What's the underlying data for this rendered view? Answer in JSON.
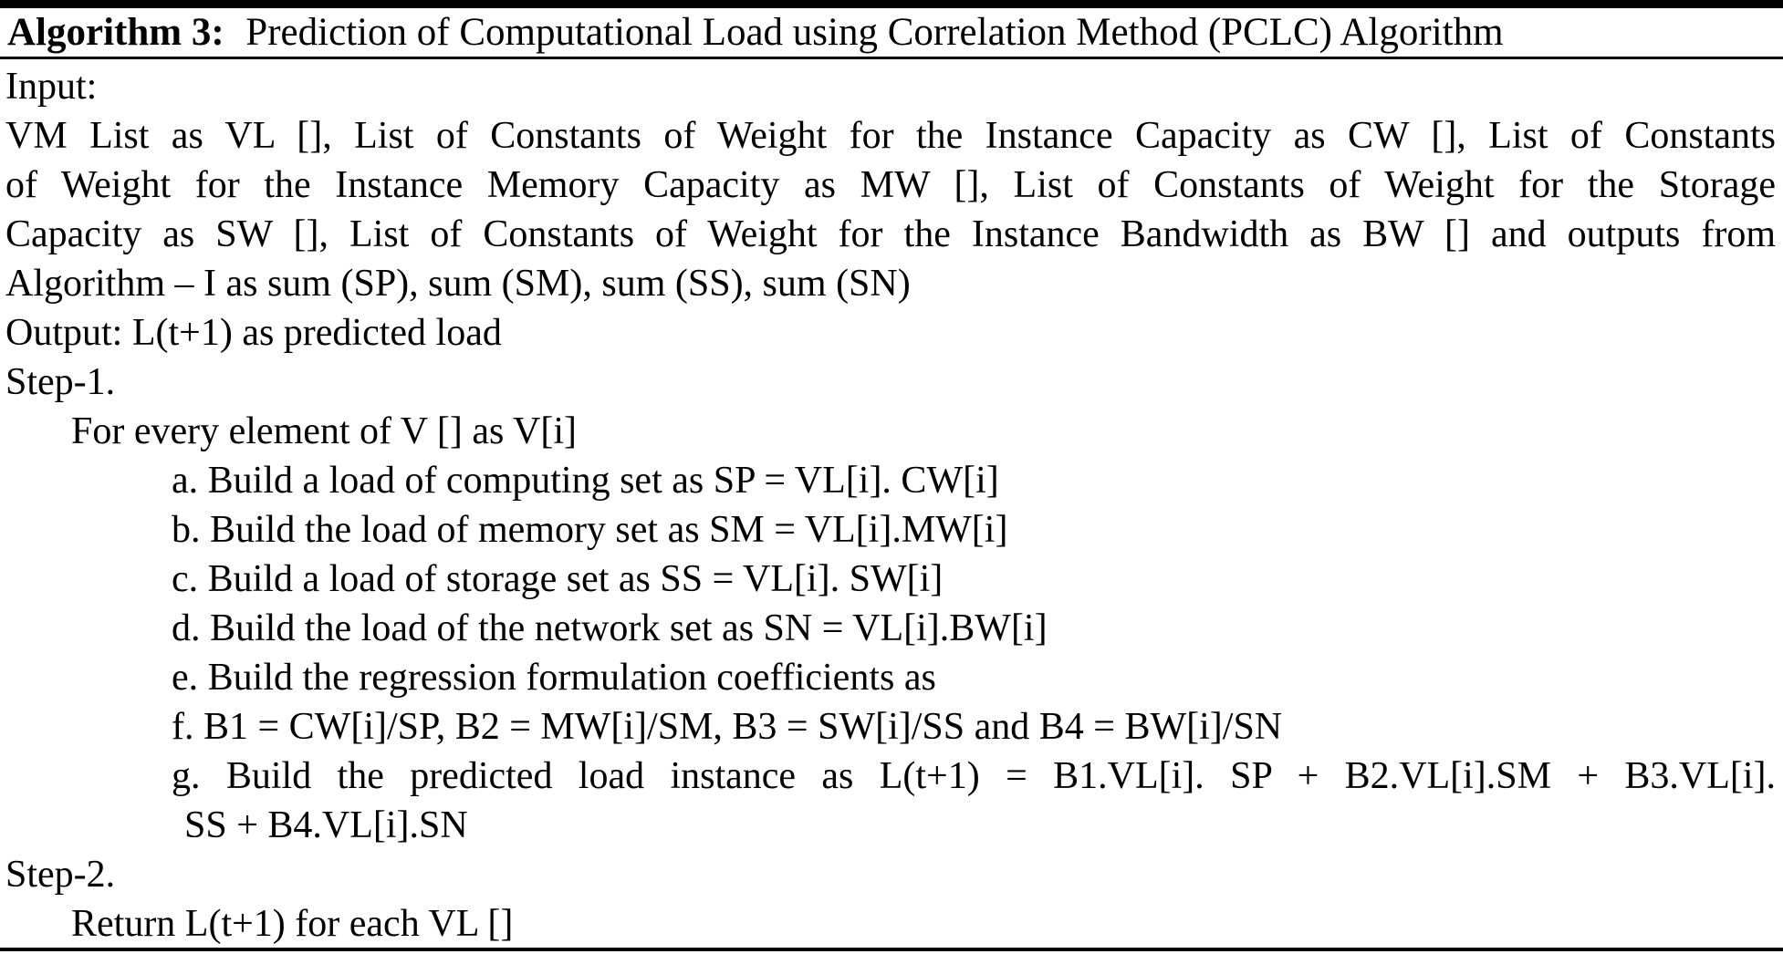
{
  "header": {
    "label": "Algorithm 3:",
    "title": "Prediction of Computational Load using Correlation Method (PCLC) Algorithm"
  },
  "body": {
    "lines": [
      "Input:",
      "VM List as VL [], List of Constants of Weight for the Instance Capacity as CW [], List of Constants",
      "of Weight for the Instance Memory Capacity as MW [], List of Constants of Weight for the Storage",
      "Capacity as SW [], List of Constants of Weight for the Instance Bandwidth as BW [] and outputs from",
      "Algorithm – I as sum (SP), sum (SM), sum (SS), sum (SN)",
      "Output: L(t+1) as predicted load",
      "Step-1.",
      "For every element of V [] as V[i]",
      "a. Build a load of computing set as SP = VL[i]. CW[i]",
      "b. Build the load of memory set as SM = VL[i].MW[i]",
      "c. Build a load of storage set as SS = VL[i]. SW[i]",
      "d. Build the load of the network set as SN = VL[i].BW[i]",
      "e. Build the regression formulation coefficients as",
      "f. B1 = CW[i]/SP, B2 = MW[i]/SM, B3 = SW[i]/SS and B4 = BW[i]/SN",
      "g. Build the predicted load instance as L(t+1) = B1.VL[i]. SP + B2.VL[i].SM + B3.VL[i].",
      "SS + B4.VL[i].SN",
      "Step-2.",
      "Return L(t+1) for each VL []"
    ]
  },
  "colors": {
    "text": "#000000",
    "background": "#ffffff",
    "rule": "#000000"
  }
}
